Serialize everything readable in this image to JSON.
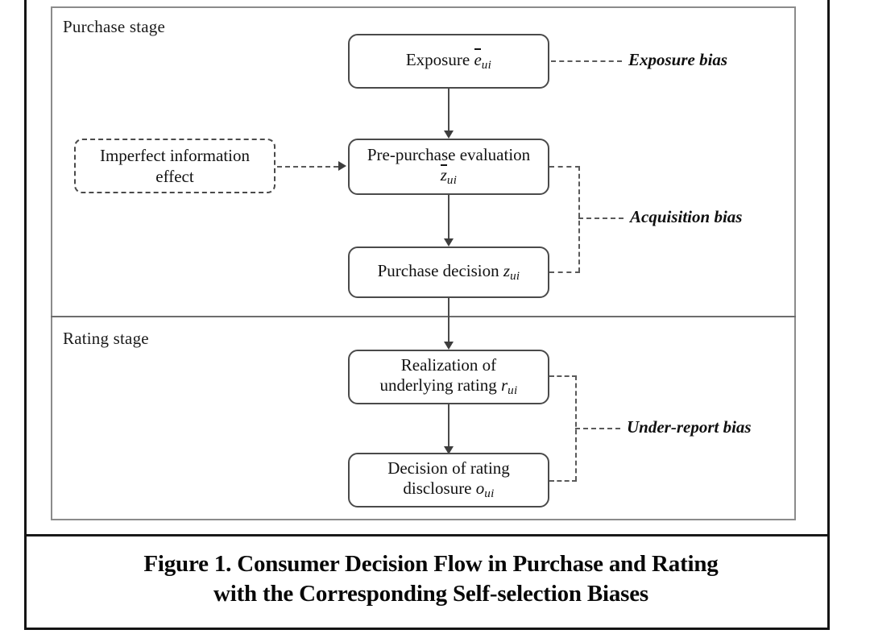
{
  "figure": {
    "caption_line1": "Figure 1. Consumer Decision Flow in Purchase and Rating",
    "caption_line2": "with the Corresponding Self-selection Biases"
  },
  "stages": [
    {
      "id": "purchase",
      "label": "Purchase stage"
    },
    {
      "id": "rating",
      "label": "Rating stage"
    }
  ],
  "nodes": {
    "exposure": {
      "text": "Exposure",
      "symbol_base": "e",
      "symbol_sub": "ui",
      "symbol_bar": true
    },
    "pre_purchase": {
      "line1": "Pre-purchase evaluation",
      "symbol_base": "z",
      "symbol_sub": "ui",
      "symbol_bar": true
    },
    "purchase_decision": {
      "text": "Purchase decision",
      "symbol_base": "z",
      "symbol_sub": "ui",
      "symbol_bar": false
    },
    "imperfect_information": {
      "line1": "Imperfect information",
      "line2": "effect"
    },
    "realization": {
      "line1": "Realization of",
      "line2": "underlying rating",
      "symbol_base": "r",
      "symbol_sub": "ui",
      "symbol_bar": false
    },
    "disclosure": {
      "line1": "Decision of rating",
      "line2": "disclosure",
      "symbol_base": "o",
      "symbol_sub": "ui",
      "symbol_bar": false
    }
  },
  "bias_labels": {
    "exposure_bias": "Exposure bias",
    "acquisition_bias": "Acquisition bias",
    "under_report_bias": "Under-report bias"
  },
  "colors": {
    "frame": "#141414",
    "figure_border": "#8b8b8b",
    "node_border": "#4a4a4a",
    "connector": "#4a4a4a",
    "dashed_connector": "#5a5a5a",
    "text": "#121212",
    "background": "#ffffff"
  }
}
